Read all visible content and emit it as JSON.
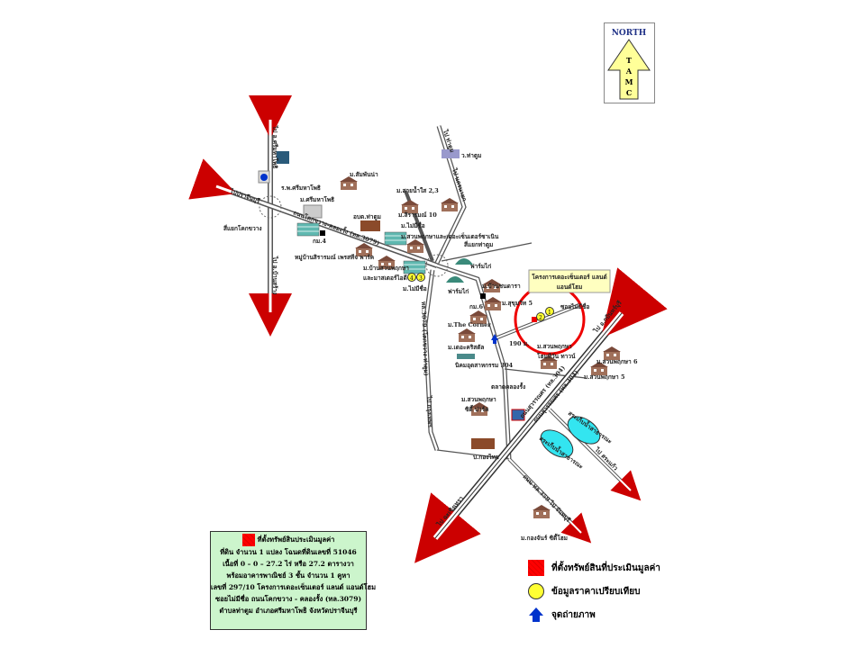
{
  "compass": {
    "label": "NORTH",
    "letters": [
      "T",
      "A",
      "M",
      "C"
    ]
  },
  "project_label": [
    "โครงการเดอะเซ็นเตอร์ แลนด์",
    "แอนด์โฮม"
  ],
  "places": {
    "soi_no_name": "ซอยไม่มีชื่อ",
    "distance": "190 ม.",
    "wat_tha_tum": "ว.ท่าตูม",
    "hospital": "ร.พ.ศรีมหาโพธิ",
    "srimahaphot": "ม.ศรีมหาโพธิ",
    "sampanna": "ม.สัมพันน่า",
    "junction_khok": "สี่แยกโคกขวาง",
    "kom4": "กม.4",
    "village_sirarom": "หมู่บ้านสิรารมณ์ เพรสทีจ พาร์ค",
    "obt": "อบต.ท่าตูม",
    "sirarom10": "ม.สิรารมณ์ 10",
    "suanmai": "ม.สายน้ำใส 2,3",
    "no_name1": "ม.ไม่มีชื่อ",
    "suanphruksa_center": "ม.สวนพฤกษาและเดอะเซ็นเตอร์ซาเนิน",
    "junction_tatum": "สี่แยกท่าตูม",
    "ban_suan": "ม.บ้านสวนพฤกษา",
    "master_style": "และมาสเตอร์ไอดี",
    "no_name2": "ม.ไม่มีชื่อ",
    "farm1": "ฟาร์มไก่",
    "farm2": "ฟาร์มไก่",
    "ban_chon": "ม.บ้านชนดารา",
    "sukhumvit": "ม.สุขุมวิท 5",
    "kom6": "กม.6",
    "the_corner": "ม.The Corner",
    "the_cristal": "ม.เดอะคริสตัล",
    "industrial": "นิคมอุตสาหกรรม 304",
    "suanphruksa_home": "ม.สวนพฤกษา",
    "home_town": "โฮมทีวัน ทาวน์",
    "suanphruksa6": "ม.สวนพฤกษา 6",
    "suanphruksa5": "ม.สวนพฤกษา 5",
    "market": "ตลาดคลองรั้ง",
    "city_park": "ม.สวนพฤกษา",
    "city_park2": "ซิตี้ ปาร์ค",
    "kong_thai": "บ.กองไทย",
    "pond1": "สระเก็บน้ำสาธารณะ",
    "pond2": "สระเก็บน้ำสาธารณะ",
    "kongchan": "ม.กองจันร์ ซิตี้โฮม",
    "road_main": "ถนนโคกขวาง-คลองรั้ง (ทล.3079)",
    "road_3079": "ทล.3079 (โคกขวาง-ท่าตูม)",
    "road_304a": "ถนนสุวรรณศร (ทล.304)",
    "road_304b": "ถนนสุวรรณศร (ทล.304)",
    "to_kabin": "ไป อ.กบินทร์บุรี",
    "to_chachoeng": "ไป ฉะเชิงเทรา",
    "to_chanthaburi": "ถนน ทล.359 ไป จันทบุรี",
    "to_bangkok": "ไป กรุงเทพฯ",
    "to_nakhon": "ไป นครนายก",
    "to_left": "ไปปราจีนบุรี",
    "to_north": "ไป อ.ศรีมหาโพธิ",
    "to_south": "ไป อ.บ้านสร้าง",
    "to_tatum": "ไป ท่าตูม",
    "to_sakaeo": "ไป สระแก้ว"
  },
  "info_box": {
    "title": "ที่ตั้งทรัพย์สินประเมินมูลค่า",
    "lines": [
      "ที่ดิน จำนวน 1 แปลง  โฉนดที่ดินเลขที่ 51046",
      "เนื้อที่  0 – 0 – 27.2  ไร่  หรือ  27.2  ตารางวา",
      "พร้อมอาคารพาณิชย์ 3 ชั้น จำนวน  1  คูหา",
      "เลขที่ 297/10  โครงการเดอะเซ็นเตอร์ แลนด์ แอนด์โฮม",
      "ซอยไม่มีชื่อ ถนนโคกขวาง - คลองรั้ง (ทล.3079)",
      "ตำบลท่าตูม  อำเภอศรีมหาโพธิ  จังหวัดปราจีนบุรี"
    ]
  },
  "legend": [
    {
      "icon": "subject-property-square",
      "label": "ที่ตั้งทรัพย์สินที่ประเมินมูลค่า",
      "color": "#ff0000"
    },
    {
      "icon": "comparable-circle",
      "label": "ข้อมูลราคาเปรียบเทียบ",
      "color": "#ffff33"
    },
    {
      "icon": "photo-arrow",
      "label": "จุดถ่ายภาพ",
      "color": "#0033cc"
    }
  ],
  "comparables": [
    "1",
    "2",
    "3",
    "4"
  ]
}
